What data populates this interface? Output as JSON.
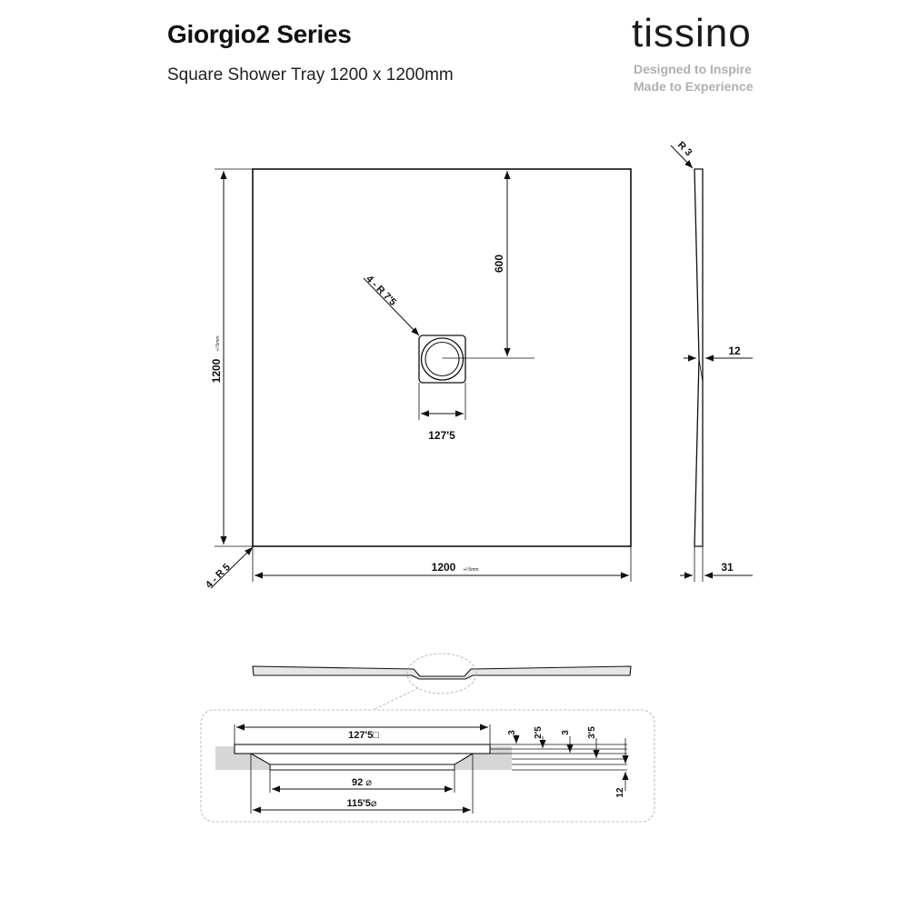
{
  "header": {
    "title": "Giorgio2 Series",
    "subtitle": "Square Shower Tray 1200 x 1200mm"
  },
  "brand": {
    "logo": "tissino",
    "tagline_1": "Designed to Inspire",
    "tagline_2": "Made to Experience"
  },
  "plan_view": {
    "height_dim": "1200",
    "height_tol": "+/-5mm",
    "width_dim": "1200",
    "width_tol": "+/-5mm",
    "drain_offset": "600",
    "drain_corner_radius": "4 - R 7'5",
    "drain_width": "127'5",
    "tray_corner_radius": "4 - R 5"
  },
  "side_view": {
    "edge_radius": "R 3",
    "drain_depth": "12",
    "edge_height": "31"
  },
  "detail_view": {
    "top_width": "127'5",
    "inner_diameter": "92",
    "outer_diameter": "115'5",
    "dim_a": "3",
    "dim_b": "2'5",
    "dim_c": "3",
    "dim_d": "3'5",
    "dim_e": "12"
  },
  "symbols": {
    "square": "□",
    "diameter": "⌀"
  },
  "colors": {
    "line": "#111111",
    "grey_fill": "#d6d6d6",
    "tagline": "#b0b0b0",
    "dashed": "#aaaaaa"
  }
}
